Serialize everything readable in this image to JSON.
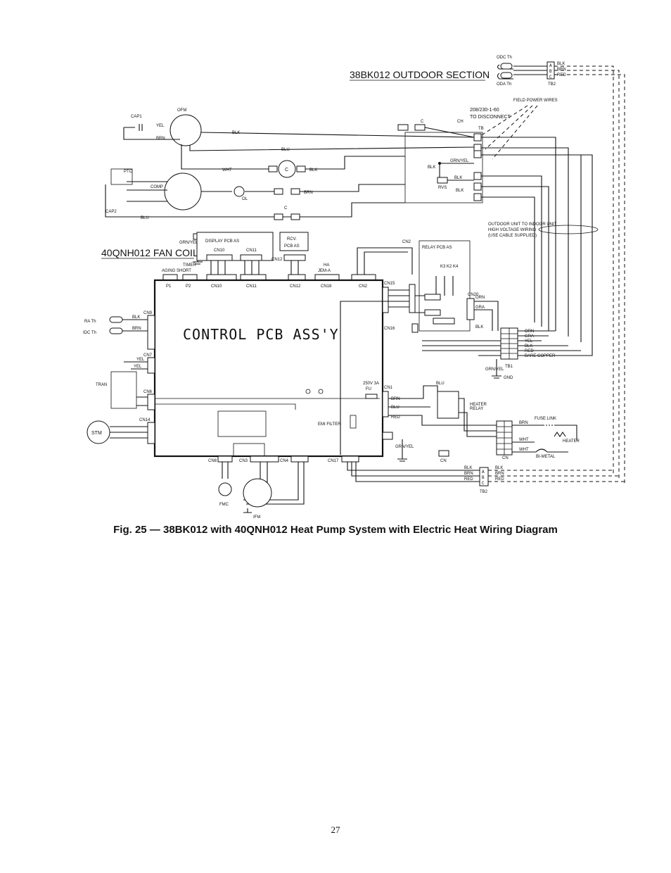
{
  "outdoor_section": {
    "title": "38BK012 OUTDOOR SECTION",
    "odc_th": "ODC Th",
    "oda_th": "ODA Th",
    "tb2_top": "TB2",
    "tb2_top_wires": [
      "BLK",
      "BRN",
      "RED"
    ],
    "field_power_wires": "FIELD POWER WIRES",
    "supply": "208/230-1-60",
    "to_disconnect": "TO DISCONNECT",
    "c": "C",
    "ch": "CH",
    "tb": "TB",
    "cap1": "CAP1",
    "ofm": "OFM",
    "comp": "COMP",
    "ptc": "PTC",
    "cap2": "CAP2",
    "ol": "OL",
    "rvs": "RVS",
    "outdoor_to_indoor": [
      "OUTDOOR UNIT TO INDOOR UNIT",
      "HIGH VOLTAGE WIRING",
      "(USE CABLE SUPPLIED)"
    ]
  },
  "fan_coil": {
    "title": "40QNH012 FAN COIL",
    "display_pcb": "DISPLAY PCB AS",
    "rcv_pcb": [
      "RCV.",
      "PCB AS"
    ],
    "cn10": "CN10",
    "cn11": "CN11",
    "cn12": "CN12",
    "timer": "TIMER",
    "aging_short": "AGING SHORT",
    "ha": "HA",
    "jem": "JEM-A",
    "relay_pcb": "RELAY PCB AS",
    "relays": "K3 K2 K4",
    "control_pcb": "CONTROL PCB ASS'Y",
    "top_conn_labels": [
      "P1",
      "P2",
      "CN10",
      "CN11",
      "CN12",
      "CN18",
      "CN2"
    ],
    "left_connectors": [
      "CN9",
      "CN7",
      "CN6",
      "CN14"
    ],
    "ra_th": "RA Th",
    "idc_th": "IDC Th",
    "tran": "TRAN",
    "stm": "STM",
    "fuse": "250V 3A",
    "fu": "FU",
    "cn1": "CN1",
    "cn15": "CN15",
    "cn16": "CN16",
    "cn20": "CN20",
    "cn8": "CN8",
    "cn3": "CN3",
    "cn4": "CN4",
    "cn17": "CN17",
    "emi_filter": "EMI FILTER",
    "fmc": "FMC",
    "ifm": "IFM",
    "tb1": "TB1",
    "gnd": "GND",
    "tb1_wires": [
      "ORN",
      "GRA",
      "YEL",
      "BLK",
      "RED",
      "BARE COPPER"
    ],
    "heater_relay": [
      "HEATER",
      "RELAY"
    ],
    "fuse_link": "FUSE LINK",
    "heater": "HEATER",
    "bi_metal": "BI-METAL",
    "cn": "CN",
    "tb2_bottom": "TB2",
    "tb2_bottom_wires": [
      "BLK",
      "BRN",
      "RED"
    ]
  },
  "caption": "Fig. 25 — 38BK012 with 40QNH012 Heat Pump System with Electric Heat Wiring Diagram",
  "page_number": "27"
}
